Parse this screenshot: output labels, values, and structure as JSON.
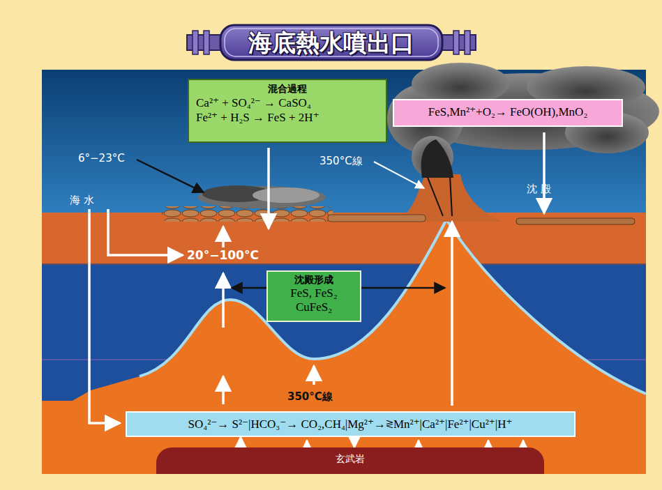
{
  "diagram": {
    "title": "海底熱水噴出口",
    "nodes": [
      {
        "text": [
          "混合過程",
          "Ca²⁺ + SO₄²⁻ → CaSO₄",
          "Fe²⁺ + H₂S → FeS + 2H⁺"
        ]
      },
      {
        "text": [
          "FeS,Mn²⁺+O₂→ FeO(OH),MnO₂"
        ]
      },
      {
        "text": [
          "沈殿形成",
          "FeS, FeS₂",
          "CuFeS₂"
        ]
      },
      {
        "text": [
          "SO₄²⁻→ S²⁻|HCO₃⁻→ CO₂,CH₄|Mg²⁺→≷Mn²⁺|Ca²⁺|Fe²⁺|Cu²⁺|H⁺"
        ]
      },
      {
        "text": [
          "玄武岩"
        ]
      }
    ],
    "edges": [
      {
        "from": 4,
        "to": 3,
        "arrow": "to"
      },
      {
        "from": 3,
        "to": 4,
        "arrow": "to"
      }
    ],
    "labels": [
      "6°−23°C",
      "350°C線",
      "海 水",
      "沈 殿",
      "20°−100°C",
      "350°C線"
    ]
  }
}
